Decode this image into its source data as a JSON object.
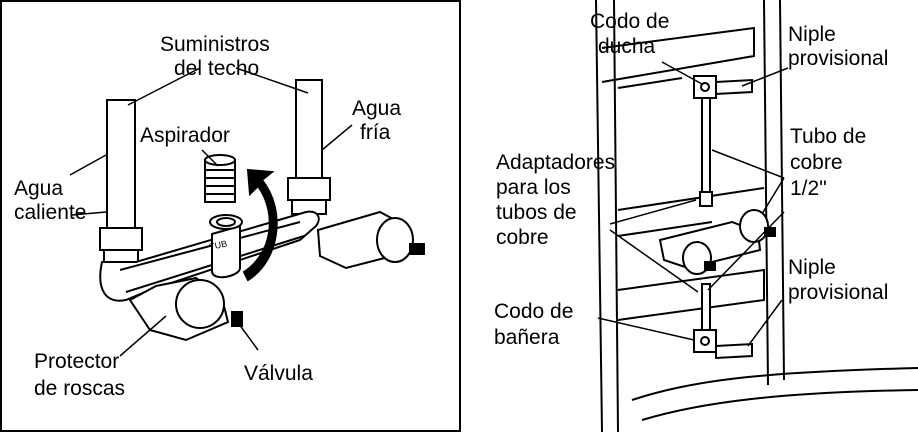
{
  "left_panel": {
    "ceiling_supplies": [
      "Suministros",
      "del techo"
    ],
    "cold_water": [
      "Agua",
      "fría"
    ],
    "aspirator": "Aspirador",
    "hot_water": [
      "Agua",
      "caliente"
    ],
    "tub_mark": "TUB",
    "thread_protector": [
      "Protector",
      "de roscas"
    ],
    "valve": "Válvula"
  },
  "right_panel": {
    "shower_elbow": [
      "Codo de",
      "ducha"
    ],
    "temp_nipple_top": [
      "Niple",
      "provisional"
    ],
    "copper_tube": [
      "Tubo de",
      "cobre",
      "1/2\""
    ],
    "adapters": [
      "Adaptadores",
      "para los",
      "tubos de",
      "cobre"
    ],
    "temp_nipple_bottom": [
      "Niple",
      "provisional"
    ],
    "tub_elbow": [
      "Codo de",
      "bañera"
    ]
  }
}
